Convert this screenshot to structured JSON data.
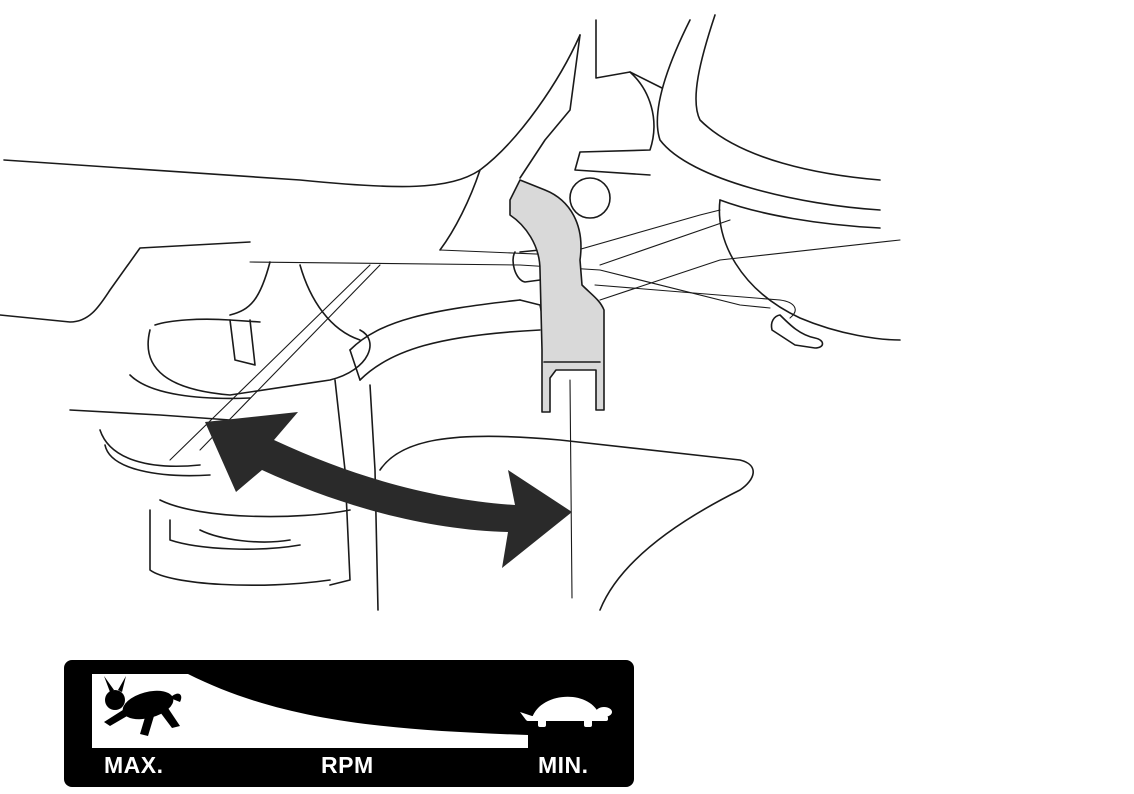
{
  "throttle_label": {
    "max_text": "MAX.",
    "rpm_text": "RPM",
    "min_text": "MIN.",
    "max_icon": "rabbit-icon",
    "min_icon": "turtle-icon"
  },
  "colors": {
    "label_background": "#000000",
    "label_text": "#ffffff",
    "lever_fill": "#d9d9d9",
    "arrow_fill": "#2a2a2a",
    "line_color": "#1a1a1a"
  }
}
